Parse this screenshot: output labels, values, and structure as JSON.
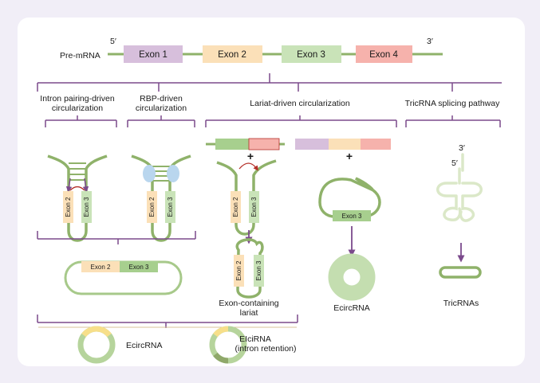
{
  "premrna": {
    "label": "Pre-mRNA",
    "five_prime": "5′",
    "three_prime": "3′",
    "exons": [
      "Exon 1",
      "Exon 2",
      "Exon 3",
      "Exon 4"
    ]
  },
  "pathways": {
    "intron_pairing": [
      "Intron pairing-driven",
      "circularization"
    ],
    "rbp": [
      "RBP-driven",
      "circularization"
    ],
    "lariat": "Lariat-driven circularization",
    "tricrna": "TricRNA splicing pathway"
  },
  "exon_labels": {
    "exon2": "Exon 2",
    "exon3": "Exon 3"
  },
  "plus_sign": "+",
  "exon_containing_lariat": [
    "Exon-containing",
    "lariat"
  ],
  "products": {
    "ecircrna_bottom": "EcircRNA",
    "eicirna": [
      "EIciRNA",
      "(intron retention)"
    ],
    "ecircrna_right": "EcircRNA",
    "tricrnas": "TricRNAs"
  },
  "tricrna_ends": {
    "three_prime": "3′",
    "five_prime": "5′"
  },
  "colors": {
    "background": "#f1eef7",
    "panel": "#ffffff",
    "intron_green": "#8fb26a",
    "bracket_purple": "#7b4a8c",
    "exon1": "#d7bfdc",
    "exon2": "#fbe0b8",
    "exon3": "#c9e3b8",
    "exon4": "#f6b2ac",
    "rbp_blue": "#b9d6ee",
    "trna_green": "#dbe8c8",
    "ring_light_green": "#c4deb0"
  }
}
